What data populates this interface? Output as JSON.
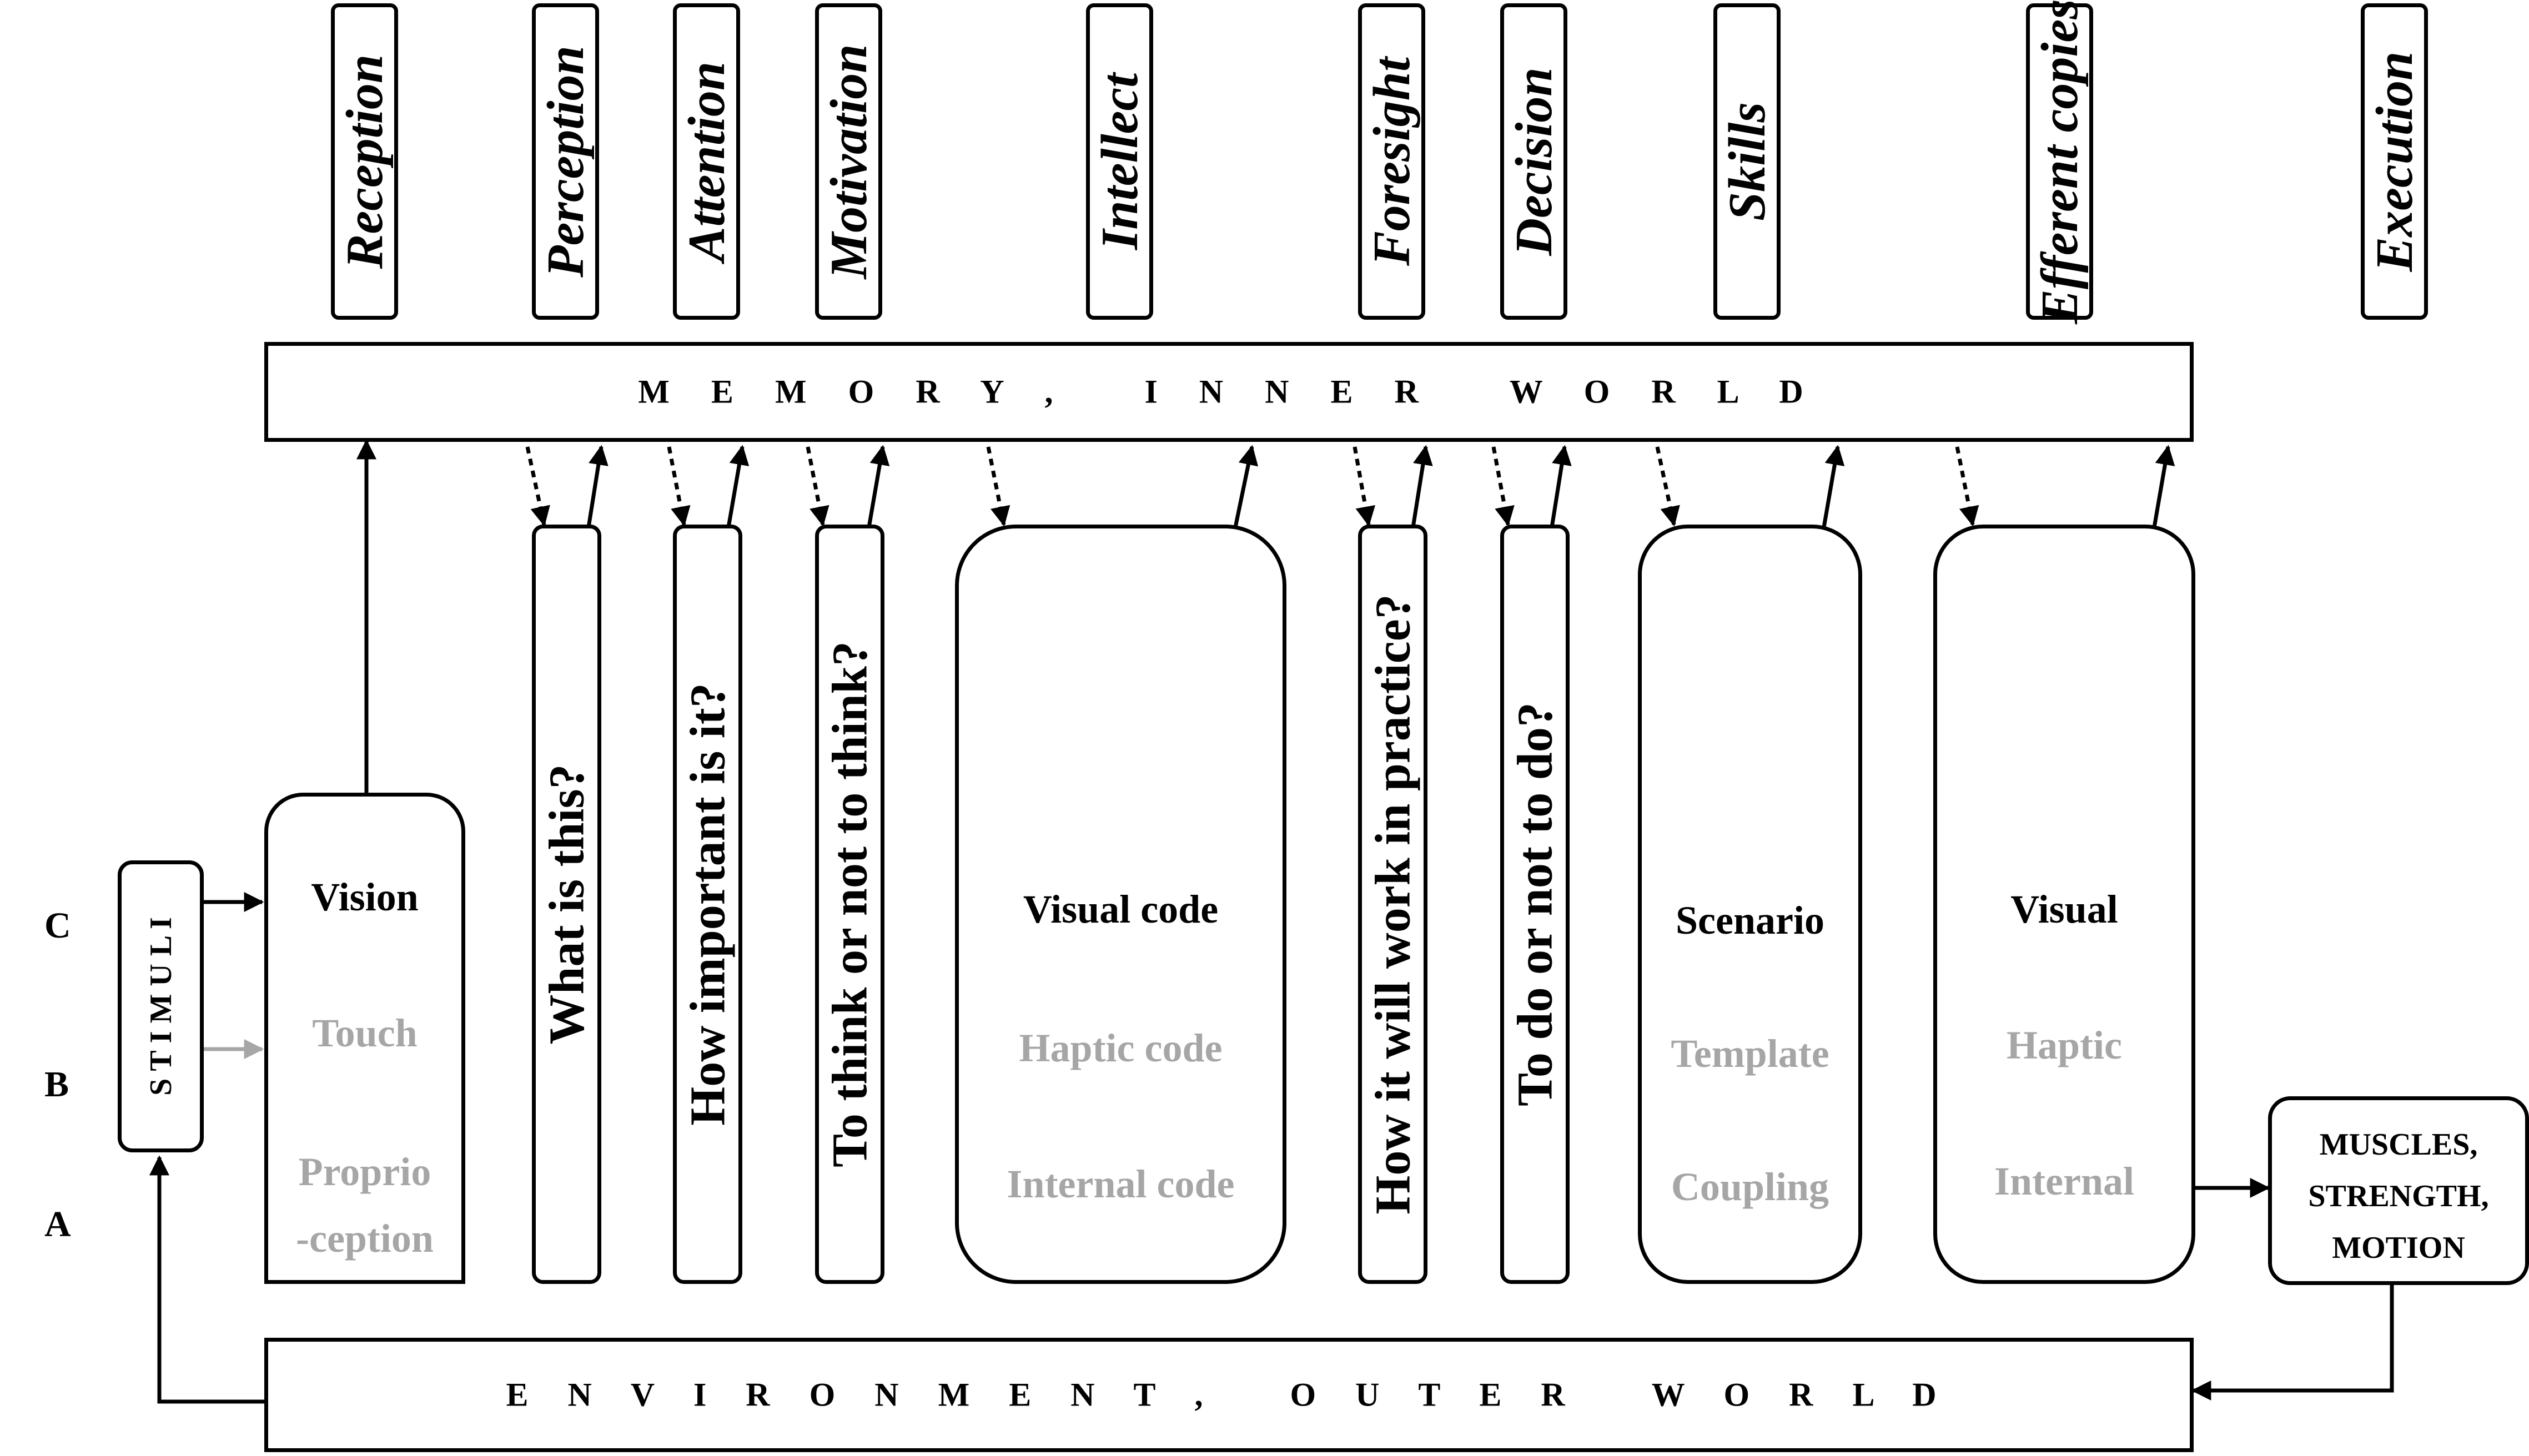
{
  "stages": [
    "Reception",
    "Perception",
    "Attention",
    "Motivation",
    "Intellect",
    "Foresight",
    "Decision",
    "Skills",
    "Efferent copies",
    "Execution"
  ],
  "memory_bar": "M E M O R Y ,   I N N E R   W O R L D",
  "environment_bar": "E N V I R O N M E N T ,   O U T E R   W O R L D",
  "stimuli": "S T I M U L I",
  "levels": {
    "c": "C",
    "b": "B",
    "a": "A"
  },
  "senses": {
    "vision": "Vision",
    "touch": "Touch",
    "proprio_1": "Proprio",
    "proprio_2": "-ception"
  },
  "questions": {
    "what": "What is this?",
    "important": "How important is it?",
    "think": "To think or not to think?",
    "practice": "How it will work in practice?",
    "do": "To do or not to do?"
  },
  "codes": {
    "visual": "Visual code",
    "haptic": "Haptic code",
    "internal": "Internal code"
  },
  "scenario": {
    "scenario": "Scenario",
    "template": "Template",
    "coupling": "Coupling"
  },
  "efferent": {
    "visual": "Visual",
    "haptic": "Haptic",
    "internal": "Internal"
  },
  "muscles": {
    "line1": "MUSCLES,",
    "line2": "STRENGTH,",
    "line3": "MOTION"
  },
  "colors": {
    "primary": "#000000",
    "secondary": "#a6a6a6"
  }
}
